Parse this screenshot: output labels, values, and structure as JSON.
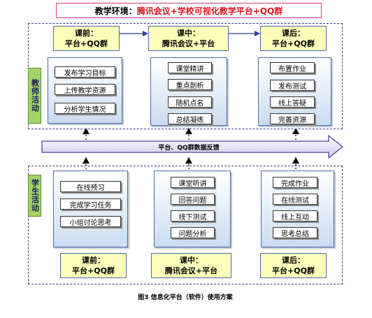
{
  "title": {
    "label": "教学环境：",
    "value": "腾讯会议+学校可视化教学平台+QQ群"
  },
  "teacher": {
    "role_label": "教师活动",
    "stages": [
      {
        "line1": "课前：",
        "line2": "平台+QQ群"
      },
      {
        "line1": "课中：",
        "line2": "腾讯会议+平台"
      },
      {
        "line1": "课后：",
        "line2": "平台+QQ群"
      }
    ],
    "columns": [
      [
        "发布学习目标",
        "上传教学资源",
        "分析学生情况"
      ],
      [
        "课堂精讲",
        "重点剖析",
        "随机点名",
        "总结凝练"
      ],
      [
        "布置作业",
        "发布测试",
        "线上答疑",
        "完善资源"
      ]
    ]
  },
  "student": {
    "role_label": "学生活动",
    "stages": [
      {
        "line1": "课前：",
        "line2": "平台+QQ群"
      },
      {
        "line1": "课中：",
        "line2": "腾讯会议+平台"
      },
      {
        "line1": "课后：",
        "line2": "平台+QQ群"
      }
    ],
    "columns": [
      [
        "在线预习",
        "完成学习任务",
        "小组讨论思考"
      ],
      [
        "课堂听讲",
        "回答问题",
        "线下测试",
        "问题分析"
      ],
      [
        "完成作业",
        "在线测试",
        "线上互动",
        "思考总结"
      ]
    ]
  },
  "feedback": "平台、QQ群数据反馈",
  "caption": "图3   信息化平台（软件）使用方案",
  "colors": {
    "stage_fill": "#ffffbb",
    "role_fill": "#a4d368",
    "region_border": "#2e3a8c",
    "title_border": "#d43c7a",
    "title_value": "#e0141e",
    "feedback_arrow_fill": "#d8d2f2"
  }
}
